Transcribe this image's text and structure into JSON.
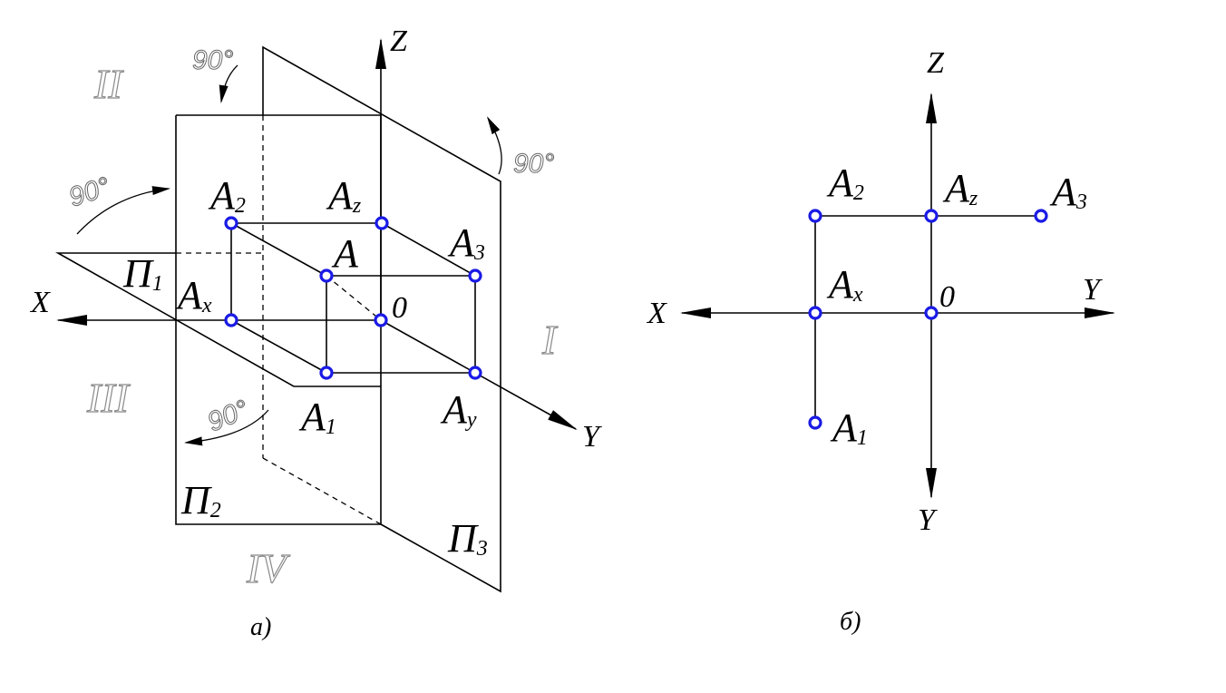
{
  "panel_a": {
    "caption": "а)",
    "axes": {
      "x": "X",
      "y": "Y",
      "z": "Z",
      "origin": "0"
    },
    "quadrants": {
      "q1": "I",
      "q2": "II",
      "q3": "III",
      "q4": "IV"
    },
    "planes": {
      "p1": {
        "main": "П",
        "sub": "1"
      },
      "p2": {
        "main": "П",
        "sub": "2"
      },
      "p3": {
        "main": "П",
        "sub": "3"
      }
    },
    "angles": {
      "top": "90°",
      "left": "90°",
      "right": "90°",
      "bottom": "90°"
    },
    "points": {
      "a": {
        "main": "A",
        "sub": ""
      },
      "a1": {
        "main": "A",
        "sub": "1"
      },
      "a2": {
        "main": "A",
        "sub": "2"
      },
      "a3": {
        "main": "A",
        "sub": "3"
      },
      "ax": {
        "main": "A",
        "sub": "x"
      },
      "ay": {
        "main": "A",
        "sub": "y"
      },
      "az": {
        "main": "A",
        "sub": "z"
      }
    }
  },
  "panel_b": {
    "caption": "б)",
    "axes": {
      "x": "X",
      "y_right": "Y",
      "y_down": "Y",
      "z": "Z",
      "origin": "0"
    },
    "points": {
      "a1": {
        "main": "A",
        "sub": "1"
      },
      "a2": {
        "main": "A",
        "sub": "2"
      },
      "a3": {
        "main": "A",
        "sub": "3"
      },
      "ax": {
        "main": "A",
        "sub": "x"
      },
      "az": {
        "main": "A",
        "sub": "z"
      }
    }
  },
  "colors": {
    "point_stroke": "#1a1ae6",
    "line": "#000000",
    "roman_numerals": "#8a8a8a"
  }
}
